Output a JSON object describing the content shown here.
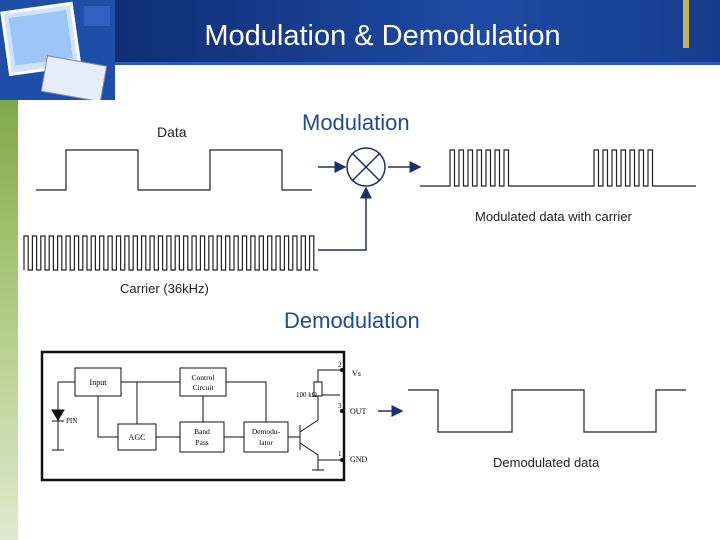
{
  "slide": {
    "title": "Modulation & Demodulation"
  },
  "modulation": {
    "heading": "Modulation",
    "data_label": "Data",
    "carrier_label": "Carrier (36kHz)",
    "modulated_label": "Modulated data with carrier"
  },
  "demodulation": {
    "heading": "Demodulation",
    "output_label": "Demodulated data"
  },
  "block_diagram": {
    "blocks": {
      "input": "Input",
      "control": "Control Circuit",
      "agc": "AGC",
      "bandpass": "Band Pass",
      "demodulator": "Demodu-lator"
    },
    "pin_label": "PIN",
    "resistor_label": "100 kΩ",
    "pins": {
      "vs": "Vs",
      "out": "OUT",
      "gnd": "GND",
      "n2": "2",
      "n3": "3",
      "n1": "1"
    }
  },
  "colors": {
    "title_bar": "#1a3f8f",
    "heading_blue": "#1f4a99",
    "line_color": "#222222"
  }
}
